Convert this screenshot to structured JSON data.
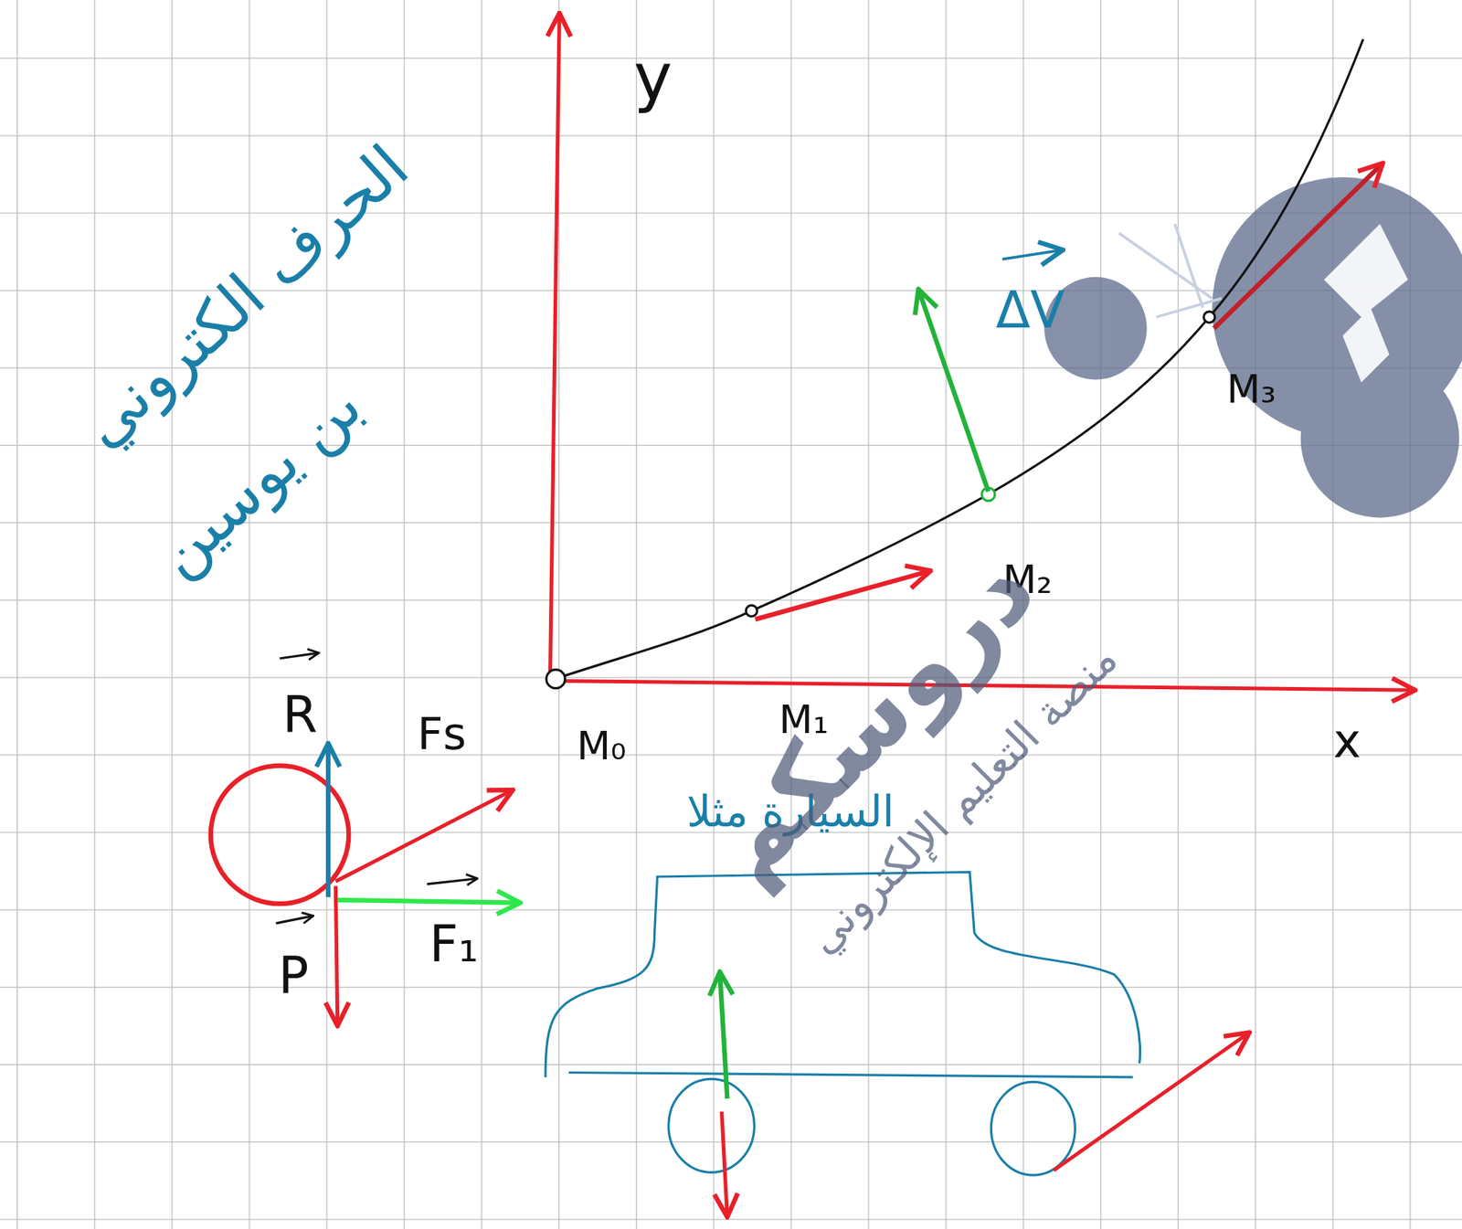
{
  "diagram": {
    "labels": [
      "الحرف الكتروني",
      "بن يوسين",
      "y",
      "x",
      "M₀",
      "M₁",
      "M₂",
      "M₃",
      "ΔV",
      "R",
      "P",
      "F₁",
      "Fs",
      "السيارة مثلا",
      "دروسكم",
      "منصة التعليم الإلكتروني"
    ]
  }
}
